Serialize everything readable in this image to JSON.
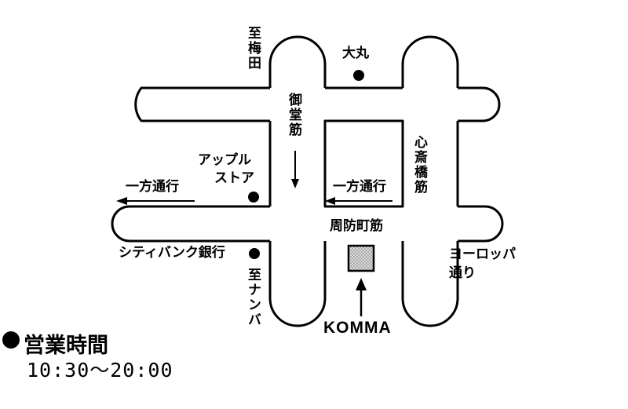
{
  "labels": {
    "to_umeda": "至梅田",
    "daimaru": "大丸",
    "midosuji": "御堂筋",
    "shinsaibashisuji": "心斎橋筋",
    "apple_store_line1": "アップル",
    "apple_store_line2": "ストア",
    "one_way_left": "一方通行",
    "one_way_center": "一方通行",
    "suomachisuji": "周防町筋",
    "citibank": "シティバンク銀行",
    "to_namba": "至ナンバ",
    "europa_line1": "ヨーロッパ",
    "europa_line2": "通り",
    "komma": "KOMMA"
  },
  "hours": {
    "title": "営業時間",
    "time": "10:30〜20:00"
  }
}
